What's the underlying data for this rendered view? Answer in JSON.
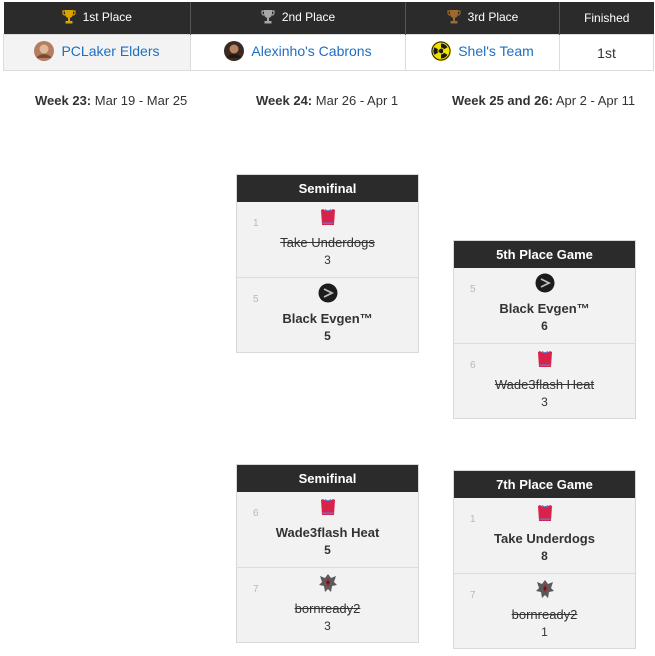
{
  "standings": {
    "headers": [
      {
        "label": "1st Place",
        "icon": "gold-trophy-icon"
      },
      {
        "label": "2nd Place",
        "icon": "silver-trophy-icon"
      },
      {
        "label": "3rd Place",
        "icon": "bronze-trophy-icon"
      },
      {
        "label": "Finished"
      }
    ],
    "teams": [
      {
        "name": "PCLaker Elders",
        "avatar": "person-avatar"
      },
      {
        "name": "Alexinho's Cabrons",
        "avatar": "person-avatar"
      },
      {
        "name": "Shel's Team",
        "avatar": "radiation-avatar"
      }
    ],
    "finished": "1st",
    "colors": {
      "gold": "#d9a400",
      "silver": "#a6a6a6",
      "bronze": "#9c6a2c",
      "link": "#1e6fc2"
    }
  },
  "weeks": [
    {
      "label": "Week 23:",
      "dates": "Mar 19 - Mar 25"
    },
    {
      "label": "Week 24:",
      "dates": "Mar 26 - Apr 1"
    },
    {
      "label": "Week 25 and 26:",
      "dates": "Apr 2 - Apr 11"
    }
  ],
  "matchups": [
    {
      "title": "Semifinal",
      "slots": [
        {
          "seed": "1",
          "name": "Take Underdogs",
          "score": "3",
          "winner": false,
          "icon": "jersey-icon"
        },
        {
          "seed": "5",
          "name": "Black Evgen™",
          "score": "5",
          "winner": true,
          "icon": "black-ball-icon"
        }
      ]
    },
    {
      "title": "5th Place Game",
      "slots": [
        {
          "seed": "5",
          "name": "Black Evgen™",
          "score": "6",
          "winner": true,
          "icon": "black-ball-icon"
        },
        {
          "seed": "6",
          "name": "Wade3flash Heat",
          "score": "3",
          "winner": false,
          "icon": "jersey-icon"
        }
      ]
    },
    {
      "title": "Semifinal",
      "slots": [
        {
          "seed": "6",
          "name": "Wade3flash Heat",
          "score": "5",
          "winner": true,
          "icon": "jersey-icon"
        },
        {
          "seed": "7",
          "name": "bornready2",
          "score": "3",
          "winner": false,
          "icon": "emblem-icon"
        }
      ]
    },
    {
      "title": "7th Place Game",
      "slots": [
        {
          "seed": "1",
          "name": "Take Underdogs",
          "score": "8",
          "winner": true,
          "icon": "jersey-icon"
        },
        {
          "seed": "7",
          "name": "bornready2",
          "score": "1",
          "winner": false,
          "icon": "emblem-icon"
        }
      ]
    }
  ]
}
